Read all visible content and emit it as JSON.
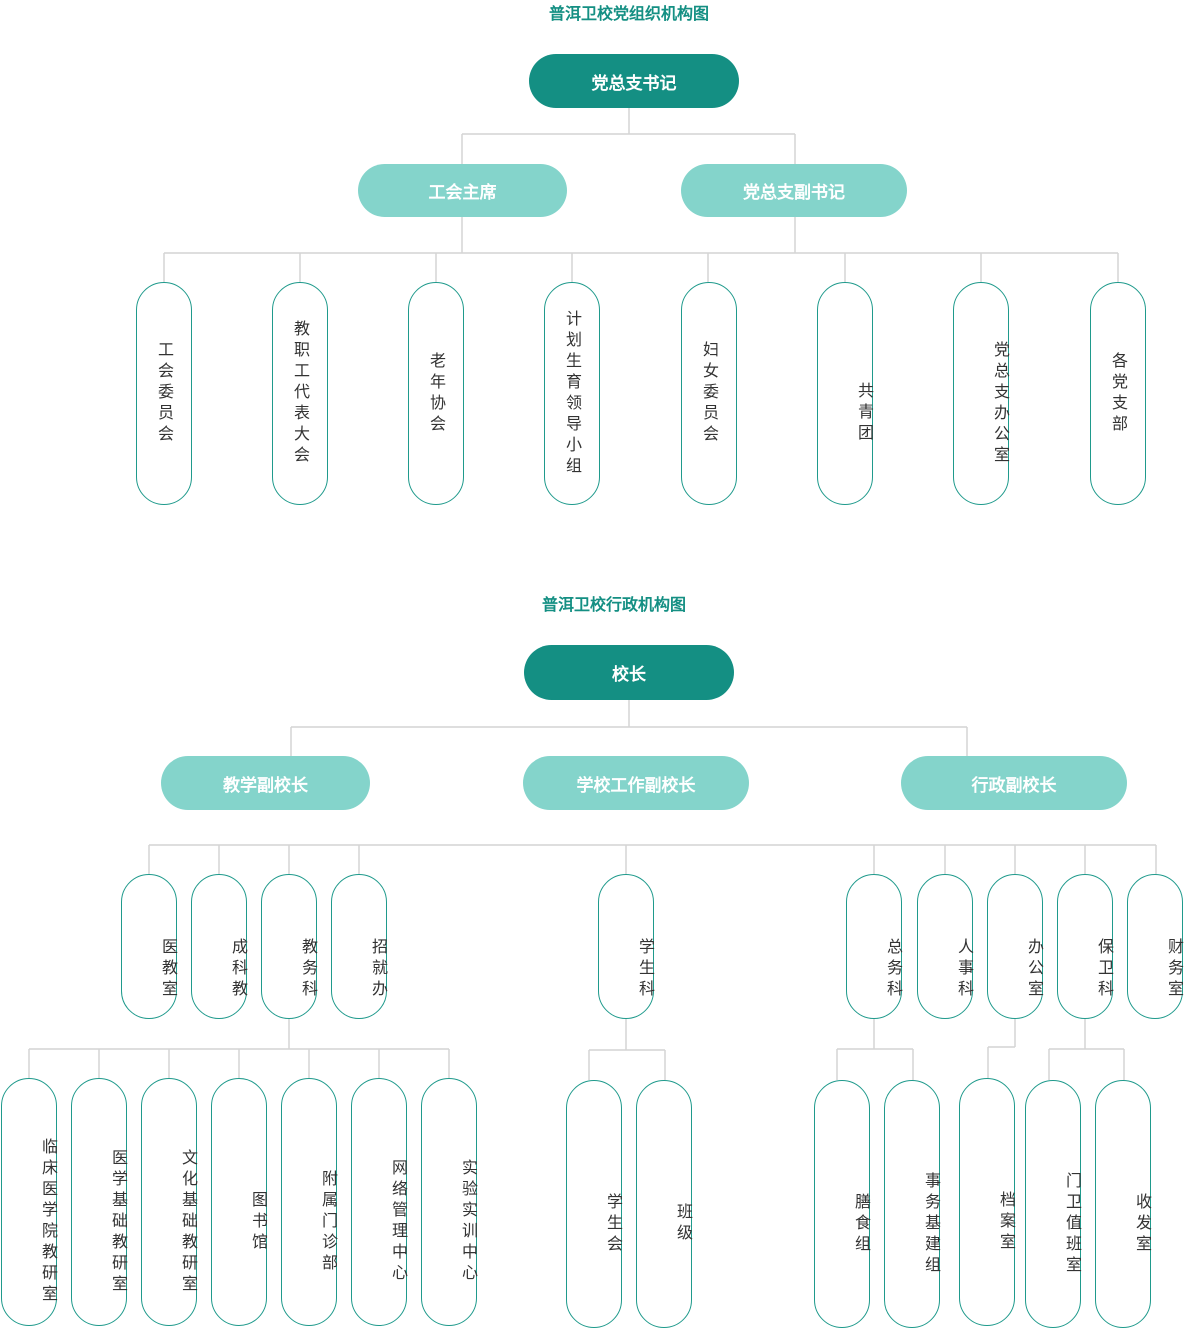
{
  "party": {
    "title": "普洱卫校党组织机构图",
    "root": "党总支书记",
    "level2": [
      "工会主席",
      "党总支副书记"
    ],
    "units": [
      "工会委员会",
      "教职工代表大会",
      "老年协会",
      "计划生育领导小组",
      "妇女委员会",
      "共青团",
      "党总支办公室",
      "各党支部"
    ]
  },
  "admin": {
    "title": "普洱卫校行政机构图",
    "root": "校长",
    "level2": [
      "教学副校长",
      "学校工作副校长",
      "行政副校长"
    ],
    "teaching_depts": [
      "医教室",
      "成科教",
      "教务科",
      "招就办"
    ],
    "student_dept": "学生科",
    "admin_depts": [
      "总务科",
      "人事科",
      "办公室",
      "保卫科",
      "财务室"
    ],
    "jiaowu_units": [
      "临床医学院教研室",
      "医学基础教研室",
      "文化基础教研室",
      "图书馆",
      "附属门诊部",
      "网络管理中心",
      "实验实训中心"
    ],
    "student_units": [
      "学生会",
      "班级"
    ],
    "zongwu_units": [
      "膳食组",
      "事务基建组"
    ],
    "office_units": [
      "档案室"
    ],
    "baowei_units": [
      "门卫值班室",
      "收发室"
    ]
  }
}
